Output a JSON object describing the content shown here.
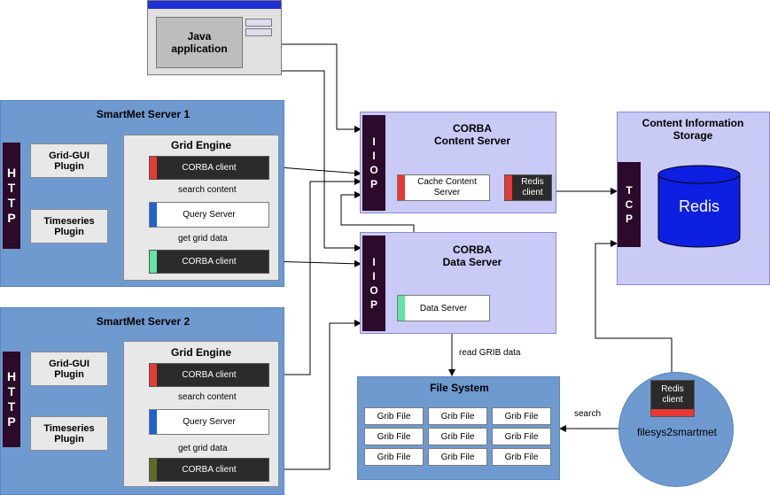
{
  "java_app": {
    "label": "Java application"
  },
  "server1": {
    "title": "SmartMet Server 1",
    "http": [
      "H",
      "T",
      "T",
      "P"
    ],
    "plugin_grid_gui": "Grid-GUI Plugin",
    "plugin_timeseries": "Timeseries Plugin",
    "engine_title": "Grid Engine",
    "corba_client_top": "CORBA client",
    "search_content": "search content",
    "query_server": "Query Server",
    "get_grid_data": "get grid data",
    "corba_client_bottom": "CORBA client"
  },
  "server2": {
    "title": "SmartMet Server 2",
    "http": [
      "H",
      "T",
      "T",
      "P"
    ],
    "plugin_grid_gui": "Grid-GUI Plugin",
    "plugin_timeseries": "Timeseries Plugin",
    "engine_title": "Grid Engine",
    "corba_client_top": "CORBA client",
    "search_content": "search content",
    "query_server": "Query Server",
    "get_grid_data": "get grid data",
    "corba_client_bottom": "CORBA client"
  },
  "content_server": {
    "title_line1": "CORBA",
    "title_line2": "Content Server",
    "iiop": [
      "I",
      "I",
      "O",
      "P"
    ],
    "cache": "Cache Content Server",
    "redis_client": "Redis client"
  },
  "data_server": {
    "title_line1": "CORBA",
    "title_line2": "Data Server",
    "iiop": [
      "I",
      "I",
      "O",
      "P"
    ],
    "data_server": "Data Server"
  },
  "storage": {
    "title": "Content Information Storage",
    "tcp": [
      "T",
      "C",
      "P"
    ],
    "redis": "Redis"
  },
  "read_grib": "read GRIB data",
  "file_system": {
    "title": "File System",
    "files": [
      "Grib File",
      "Grib File",
      "Grib File",
      "Grib File",
      "Grib File",
      "Grib File",
      "Grib File",
      "Grib File",
      "Grib File"
    ]
  },
  "filesys2": {
    "redis_client": "Redis client",
    "label": "filesys2smartmet",
    "search": "search"
  },
  "colors": {
    "server_bg": "#6f9ad0",
    "corba_bg": "#c9caf5",
    "iiop_bg": "#2b0a2a",
    "tag_red": "#e53935",
    "tag_blue": "#1e62d0",
    "tag_green": "#63e3a6",
    "tag_olive": "#5c6b2a"
  }
}
